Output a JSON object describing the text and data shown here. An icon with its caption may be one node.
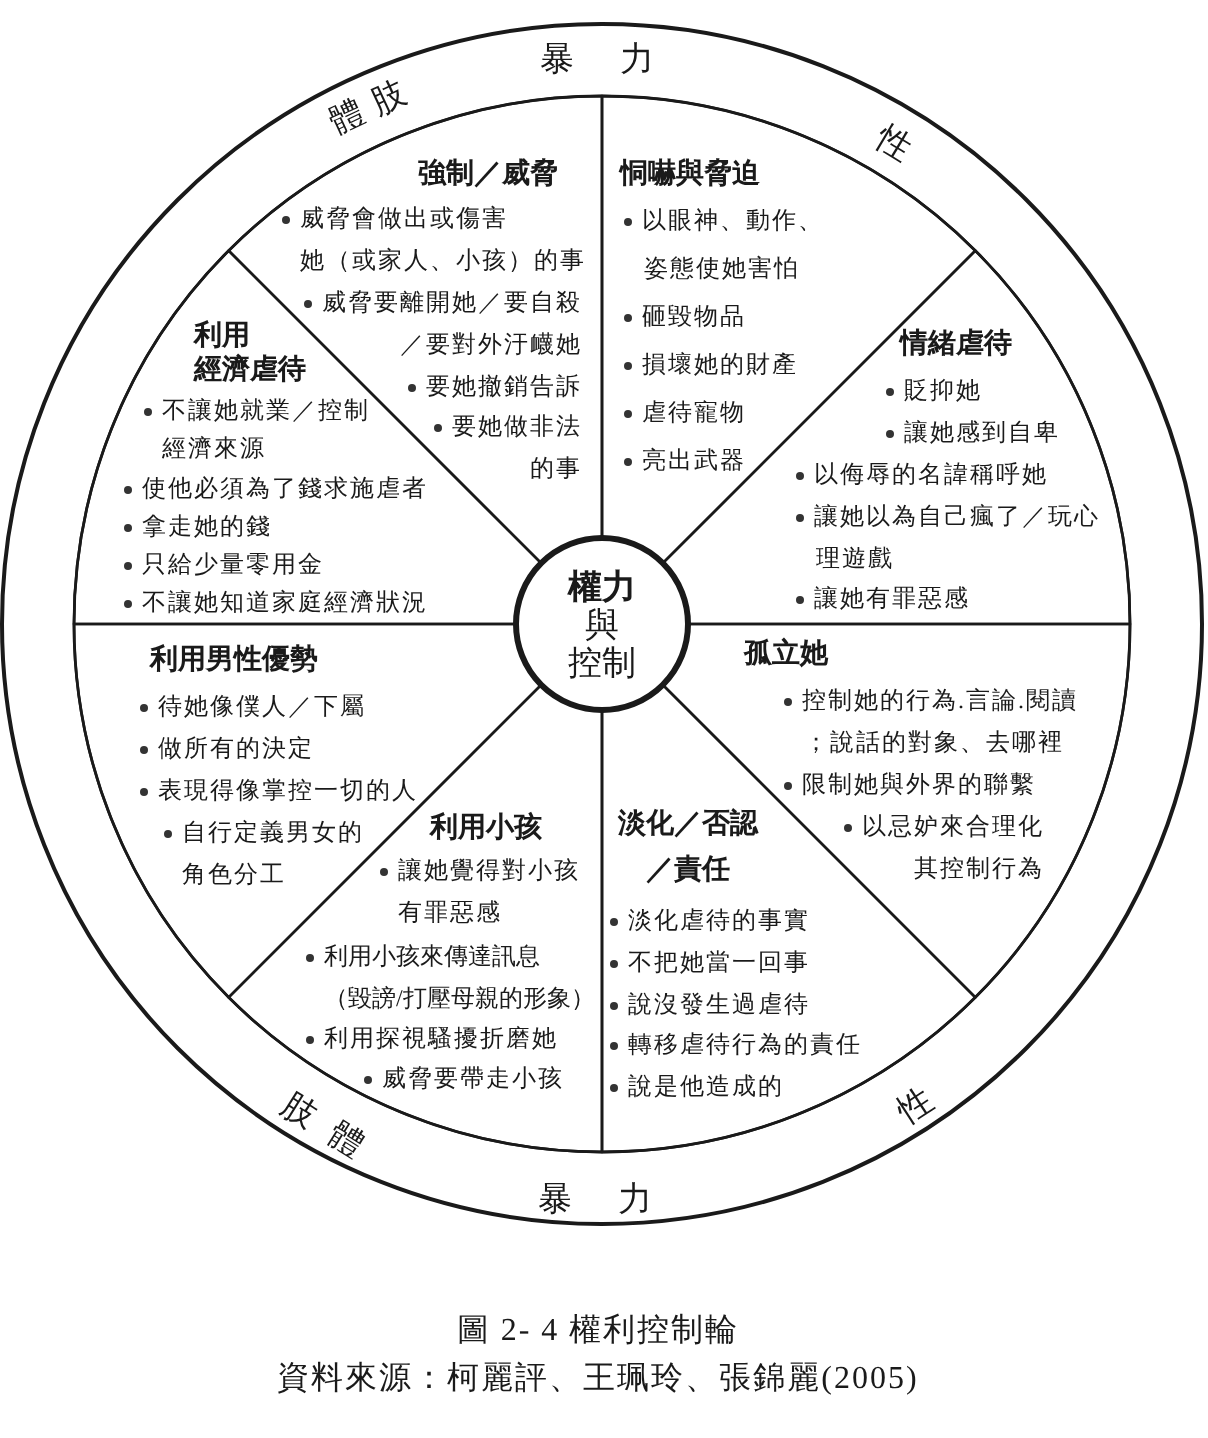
{
  "diagram": {
    "caption": "圖 2- 4 權利控制輪",
    "nodes": [
      {
        "text": [
          "暴力",
          "體肢",
          "性",
          "肢體",
          "性",
          "暴力"
        ]
      },
      {
        "text": [
          "強制／威脅",
          "威脅會做出或傷害她（或家人、小孩）的事",
          "威脅要離開她／要自殺／要對外汙衊她",
          "要她撤銷告訴",
          "要她做非法的事"
        ],
        "in": 0
      },
      {
        "text": [
          "恫嚇與脅迫",
          "以眼神、動作、姿態使她害怕",
          "砸毀物品",
          "損壞她的財產",
          "虐待寵物",
          "亮出武器"
        ],
        "in": 0
      },
      {
        "text": [
          "利用經濟虐待",
          "不讓她就業／控制經濟來源",
          "使他必須為了錢求施虐者",
          "拿走她的錢",
          "只給少量零用金",
          "不讓她知道家庭經濟狀況"
        ],
        "in": 0
      },
      {
        "text": [
          "情緒虐待",
          "貶抑她",
          "讓她感到自卑",
          "以侮辱的名諱稱呼她",
          "讓她以為自己瘋了／玩心理遊戲",
          "讓她有罪惡感"
        ],
        "in": 0
      },
      {
        "text": [
          "**權力**與控制"
        ],
        "in": 0
      },
      {
        "text": [
          "利用男性優勢",
          "待她像僕人／下屬",
          "做所有的決定",
          "表現得像掌控一切的人",
          "自行定義男女的角色分工"
        ],
        "in": 0
      },
      {
        "text": [
          "孤立她",
          "控制她的行為.言論.閱讀；說話的對象、去哪裡",
          "限制她與外界的聯繫",
          "以忌妒來合理化其控制行為"
        ],
        "in": 0
      },
      {
        "text": [
          "利用小孩",
          "讓她覺得對小孩有罪惡感",
          "利用小孩來傳達訊息（毀謗/打壓母親的形象）",
          "利用探視騷擾折磨她",
          "威脅要帶走小孩"
        ],
        "in": 0
      },
      {
        "text": [
          "淡化／否認／責任",
          "淡化虐待的事實",
          "不把她當一回事",
          "說沒發生過虐待",
          "轉移虐待行為的責任",
          "說是他造成的"
        ],
        "in": 0
      }
    ],
    "labels": [
      "資料來源：柯麗評、王珮玲、張錦麗(2005)"
    ]
  }
}
